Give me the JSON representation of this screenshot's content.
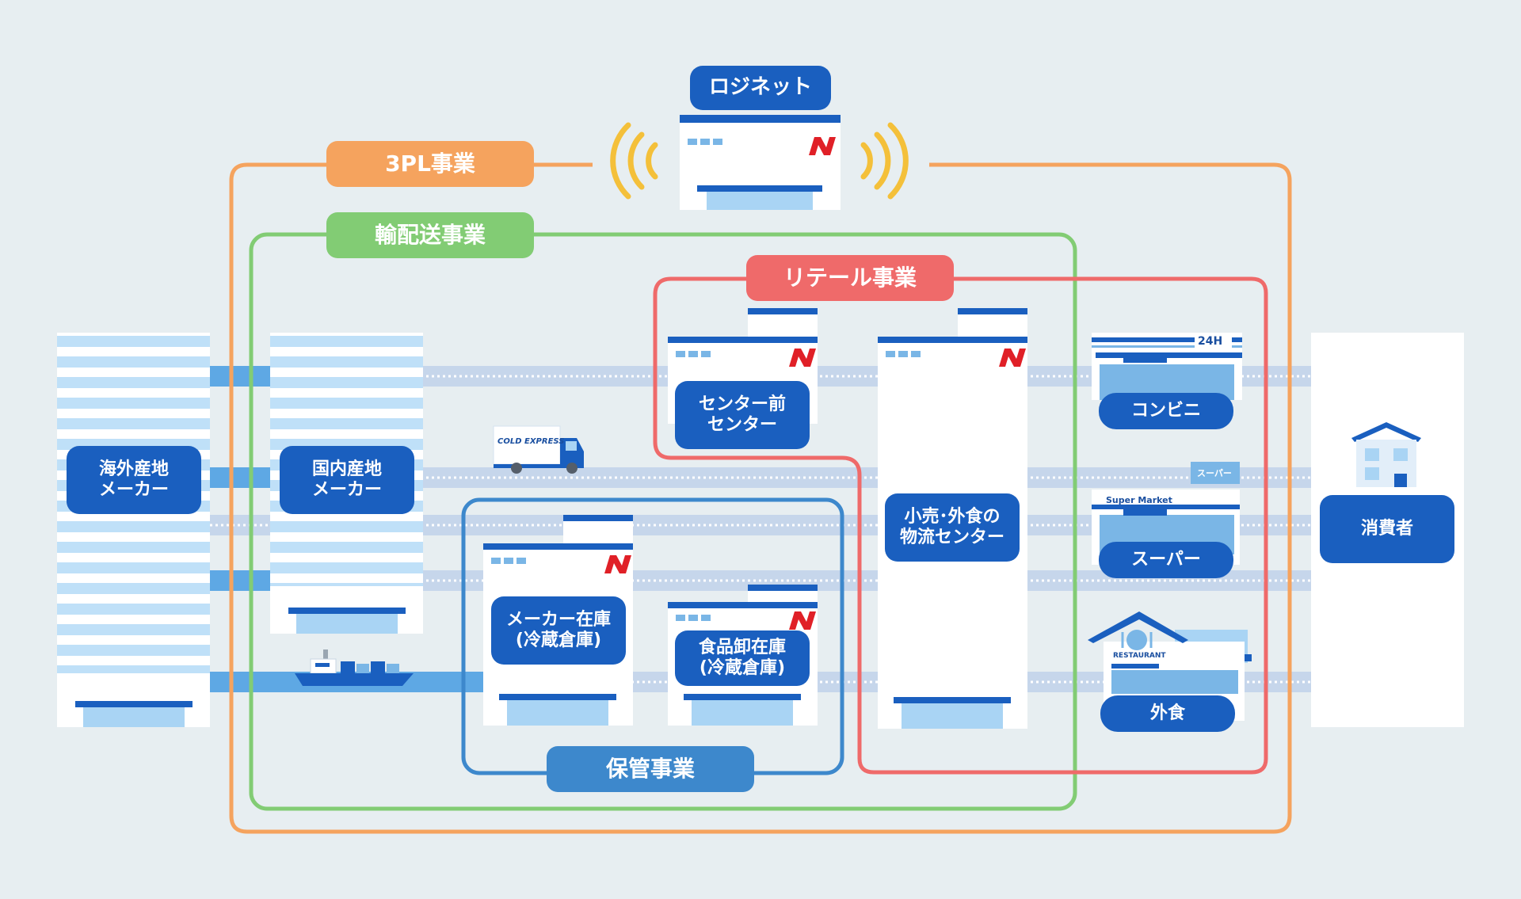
{
  "categories": {
    "tpl": "3PL事業",
    "transport": "輸配送事業",
    "retail": "リテール事業",
    "storage": "保管事業"
  },
  "nodes": {
    "roginet": "ロジネット",
    "overseas_maker": "海外産地\nメーカー",
    "domestic_maker": "国内産地\nメーカー",
    "pre_center": "センター前\nセンター",
    "retail_center": "小売･外食の\n物流センター",
    "maker_stock": "メーカー在庫\n(冷蔵倉庫)",
    "wholesale_stock": "食品卸在庫\n(冷蔵倉庫)",
    "convenience": "コンビニ",
    "super": "スーパー",
    "restaurant": "外食",
    "consumer": "消費者"
  },
  "signs": {
    "truck": "COLD EXPRESS",
    "conbini_24h": "24H",
    "supermarket": "Super Market",
    "super_tag": "スーパー",
    "restaurant": "RESTAURANT"
  },
  "colors": {
    "tpl": "#f5a35e",
    "transport": "#82cc74",
    "retail": "#ef6a6a",
    "storage": "#3d88cc",
    "node": "#1a5fbf",
    "wifi": "#f4c03a",
    "logo": "#e02027"
  },
  "icons": [
    "wifi-signal-icon",
    "company-logo-icon",
    "truck-icon",
    "ship-icon",
    "house-icon"
  ]
}
